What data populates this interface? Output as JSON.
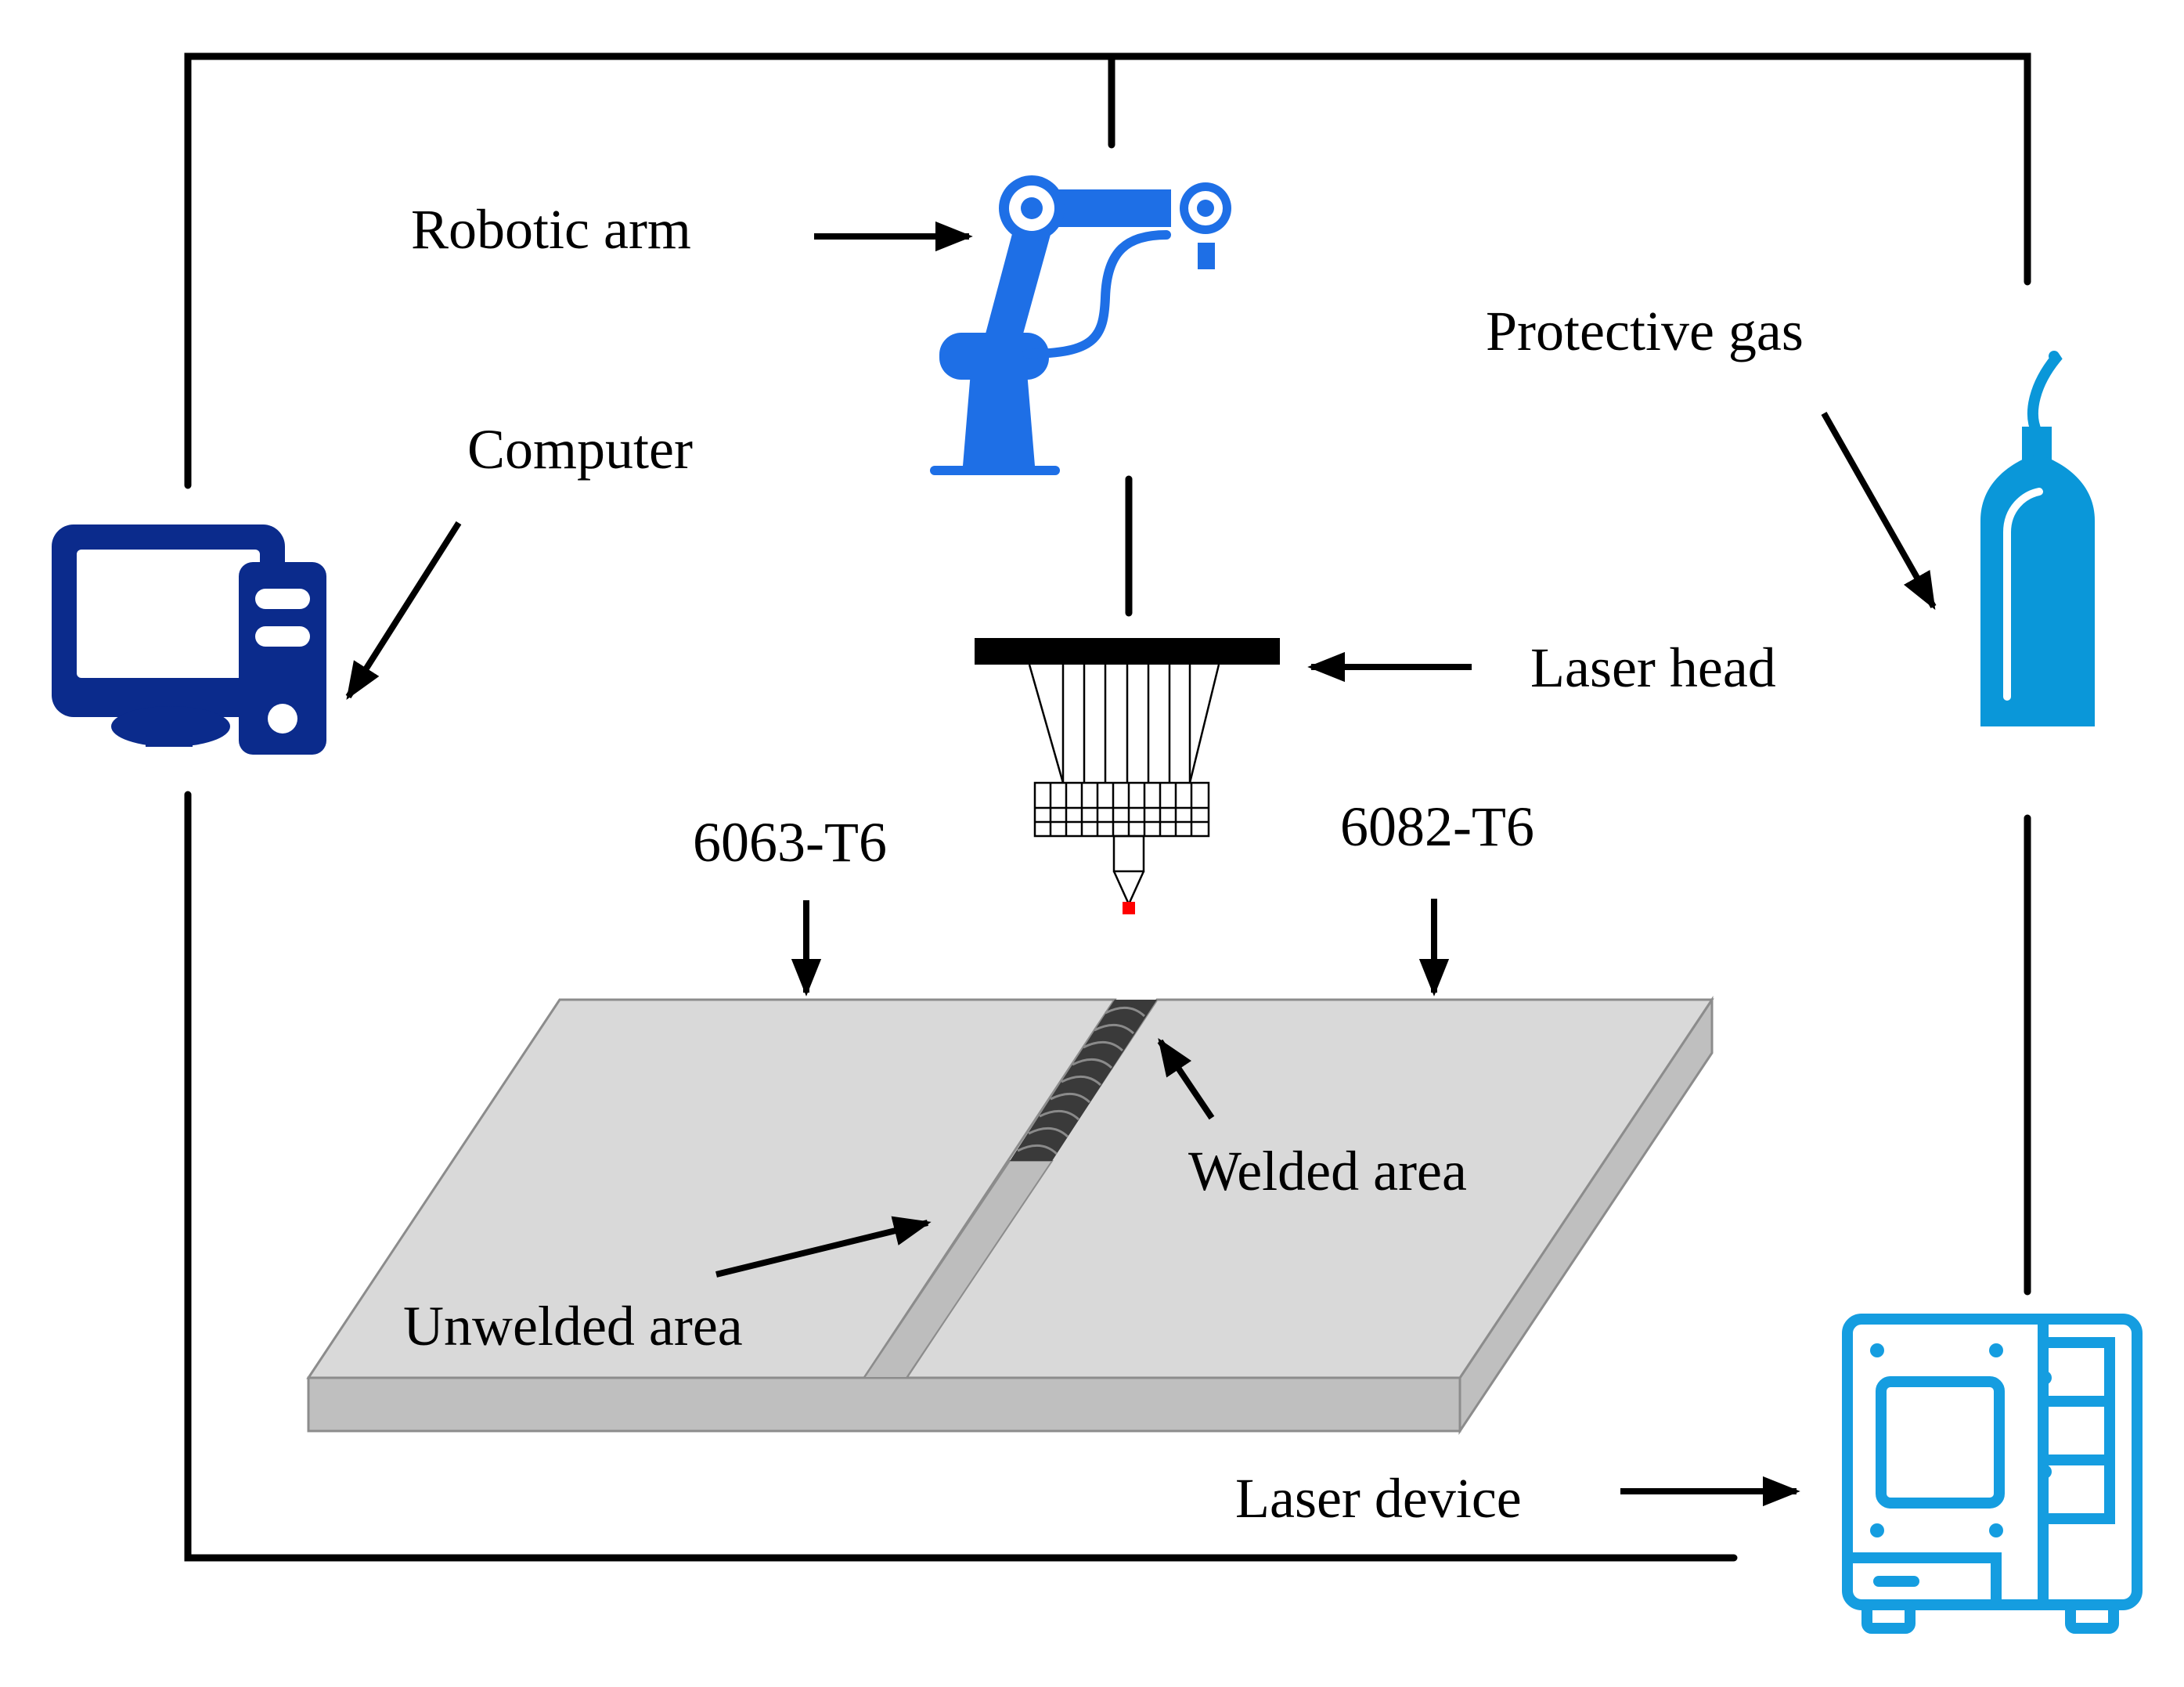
{
  "labels": {
    "robotic_arm": "Robotic arm",
    "computer": "Computer",
    "protective_gas": "Protective gas",
    "laser_head": "Laser head",
    "alloy_left": "6063-T6",
    "alloy_right": "6082-T6",
    "welded_area": "Welded area",
    "unwelded_area": "Unwelded area",
    "laser_device": "Laser device"
  },
  "colors": {
    "line": "#000000",
    "computer_icon": "#0b2b8c",
    "robot_icon": "#1e6fe6",
    "gas_icon": "#0a97d9",
    "laser_device_icon": "#159de0",
    "plate_top": "#d9d9d9",
    "plate_side": "#bfbfbf",
    "weld_bead": "#3a3a3a",
    "laser_spot": "#ff0000"
  },
  "icons": {
    "computer": "computer-icon",
    "robotic_arm": "robot-arm-icon",
    "protective_gas": "gas-cylinder-icon",
    "laser_device": "laser-machine-icon",
    "laser_head": "laser-head-icon"
  }
}
